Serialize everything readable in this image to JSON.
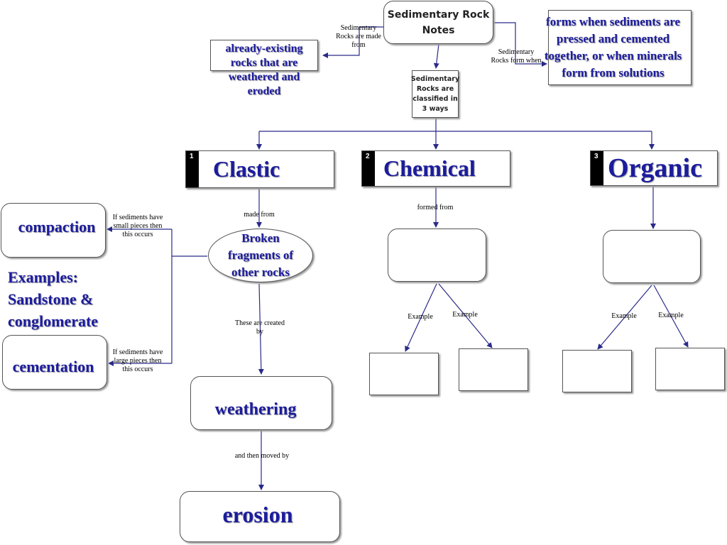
{
  "root": {
    "title_line1": "Sedimentary Rock",
    "title_line2": "Notes"
  },
  "made_from_label": "Sedimentary Rocks are made from",
  "made_from_answer": "already-existing rocks that are weathered and eroded",
  "form_when_label": "Sedimentary Rocks form when",
  "form_when_answer": "forms when sediments are pressed and cemented together, or when minerals form from solutions",
  "classified": "Sedimentary Rocks are classified in 3 ways",
  "categories": [
    {
      "num": "1",
      "name": "Clastic"
    },
    {
      "num": "2",
      "name": "Chemical"
    },
    {
      "num": "3",
      "name": "Organic"
    }
  ],
  "clastic": {
    "made_from_label": "made from",
    "fragments": "Broken fragments of other rocks",
    "created_by_label": "These are created by",
    "weathering": "weathering",
    "moved_by_label": "and then moved by",
    "erosion": "erosion",
    "compaction": "compaction",
    "small_label": "If sediments have small pieces then this occurs",
    "cementation": "cementation",
    "large_label": "If sediments have large pieces then this occurs",
    "examples": "Examples: Sandstone & conglomerate"
  },
  "chemical": {
    "formed_from_label": "formed from",
    "example_label_1": "Example",
    "example_label_2": "Example"
  },
  "organic": {
    "example_label_1": "Example",
    "example_label_2": "Example"
  },
  "colors": {
    "accent": "#1c1c9e",
    "line": "#2a2a8a"
  }
}
